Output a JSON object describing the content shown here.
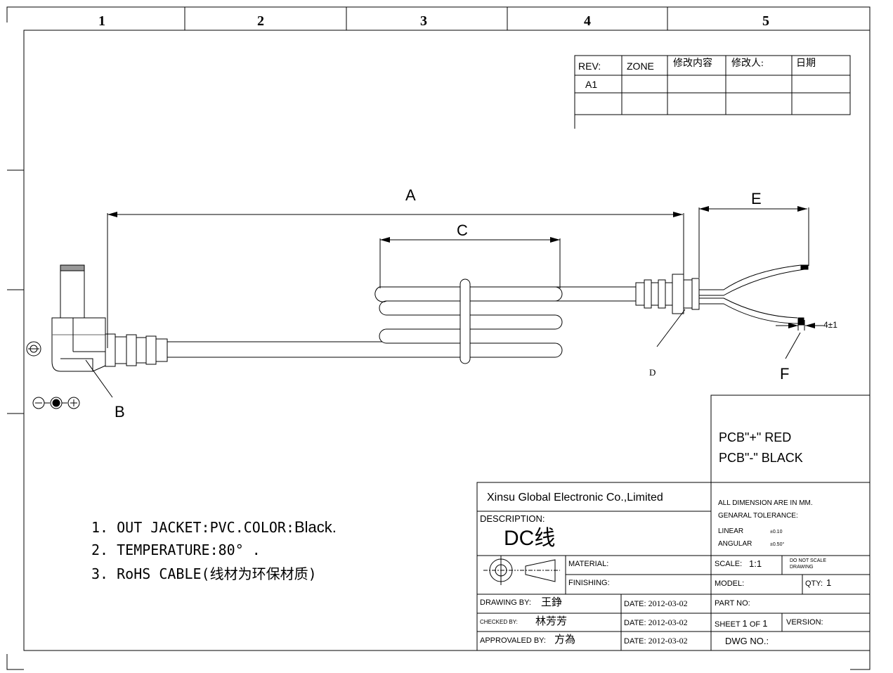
{
  "zones": [
    "1",
    "2",
    "3",
    "4",
    "5"
  ],
  "revision_table": {
    "headers": [
      "REV:",
      "ZONE",
      "修改内容",
      "修改人:",
      "日期"
    ],
    "rows": [
      [
        "A1",
        "",
        "",
        "",
        ""
      ],
      [
        "",
        "",
        "",
        "",
        ""
      ]
    ]
  },
  "dimensions": {
    "a": "A",
    "b": "B",
    "c": "C",
    "d": "D",
    "e": "E",
    "f": "F",
    "f_size": "4±1"
  },
  "wire_notes": {
    "line1": "PCB\"+\" RED",
    "line2": "PCB\"-\" BLACK"
  },
  "notes": [
    {
      "prefix": "1. OUT JACKET:PVC.COLOR:",
      "emph": "Black."
    },
    {
      "prefix": "2. TEMPERATURE:80° .",
      "emph": ""
    },
    {
      "prefix": "3. RoHS CABLE(线材为环保材质)",
      "emph": ""
    }
  ],
  "title_block": {
    "company": "Xinsu Global Electronic Co.,Limited",
    "description_label": "DESCRIPTION:",
    "description_value": "DC线",
    "material_label": "MATERIAL:",
    "finishing_label": "FINISHING:",
    "drawing_by_label": "DRAWING BY:",
    "drawing_by": "王錚",
    "checked_by_label": "CHECKED BY:",
    "checked_by": "林芳芳",
    "approved_by_label": "APPROVALED BY:",
    "approved_by": "方為",
    "date_label": "DATE:",
    "date_drawing": "2012-03-02",
    "date_checked": "2012-03-02",
    "date_approved": "2012-03-02",
    "dim_note": "ALL DIMENSION ARE IN MM.",
    "tolerance_label": "GENARAL TOLERANCE:",
    "linear_label": "LINEAR",
    "linear_value": "±0.10",
    "angular_label": "ANGULAR",
    "angular_value": "±0.50°",
    "scale_label": "SCALE:",
    "scale_value": "1:1",
    "no_scale_line1": "DO NOT SCALE",
    "no_scale_line2": "DRAWING",
    "model_label": "MODEL:",
    "qty_label": "QTY:",
    "qty_value": "1",
    "part_no_label": "PART NO:",
    "sheet_label": "SHEET",
    "sheet_value": "1",
    "of_label": "OF",
    "of_value": "1",
    "version_label": "VERSION:",
    "dwg_no_label": "DWG NO.:"
  }
}
